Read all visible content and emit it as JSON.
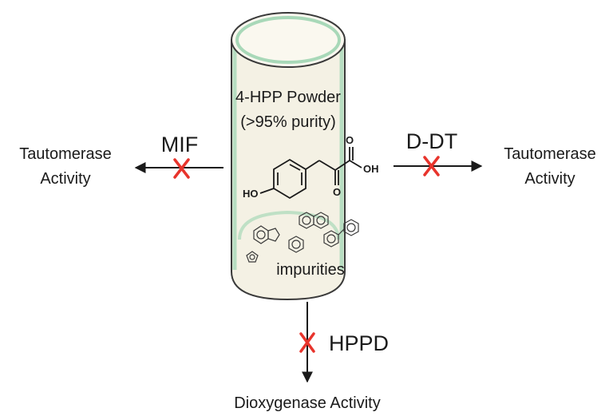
{
  "container": {
    "title_line1": "4-HPP Powder",
    "title_line2": "(>95% purity)",
    "impurities_label": "impurities"
  },
  "molecule": {
    "oh_label": "HO",
    "acid_label": "OH",
    "o_label": "O",
    "o_label_2": "O"
  },
  "left": {
    "enzyme": "MIF",
    "activity_line1": "Tautomerase",
    "activity_line2": "Activity"
  },
  "right": {
    "enzyme": "D-DT",
    "activity_line1": "Tautomerase",
    "activity_line2": "Activity"
  },
  "bottom": {
    "enzyme": "HPPD",
    "activity": "Dioxygenase Activity"
  },
  "colors": {
    "block_mark": "#e8342c",
    "container_fill": "#f4f1e4",
    "container_rim": "#a8d8b8"
  }
}
